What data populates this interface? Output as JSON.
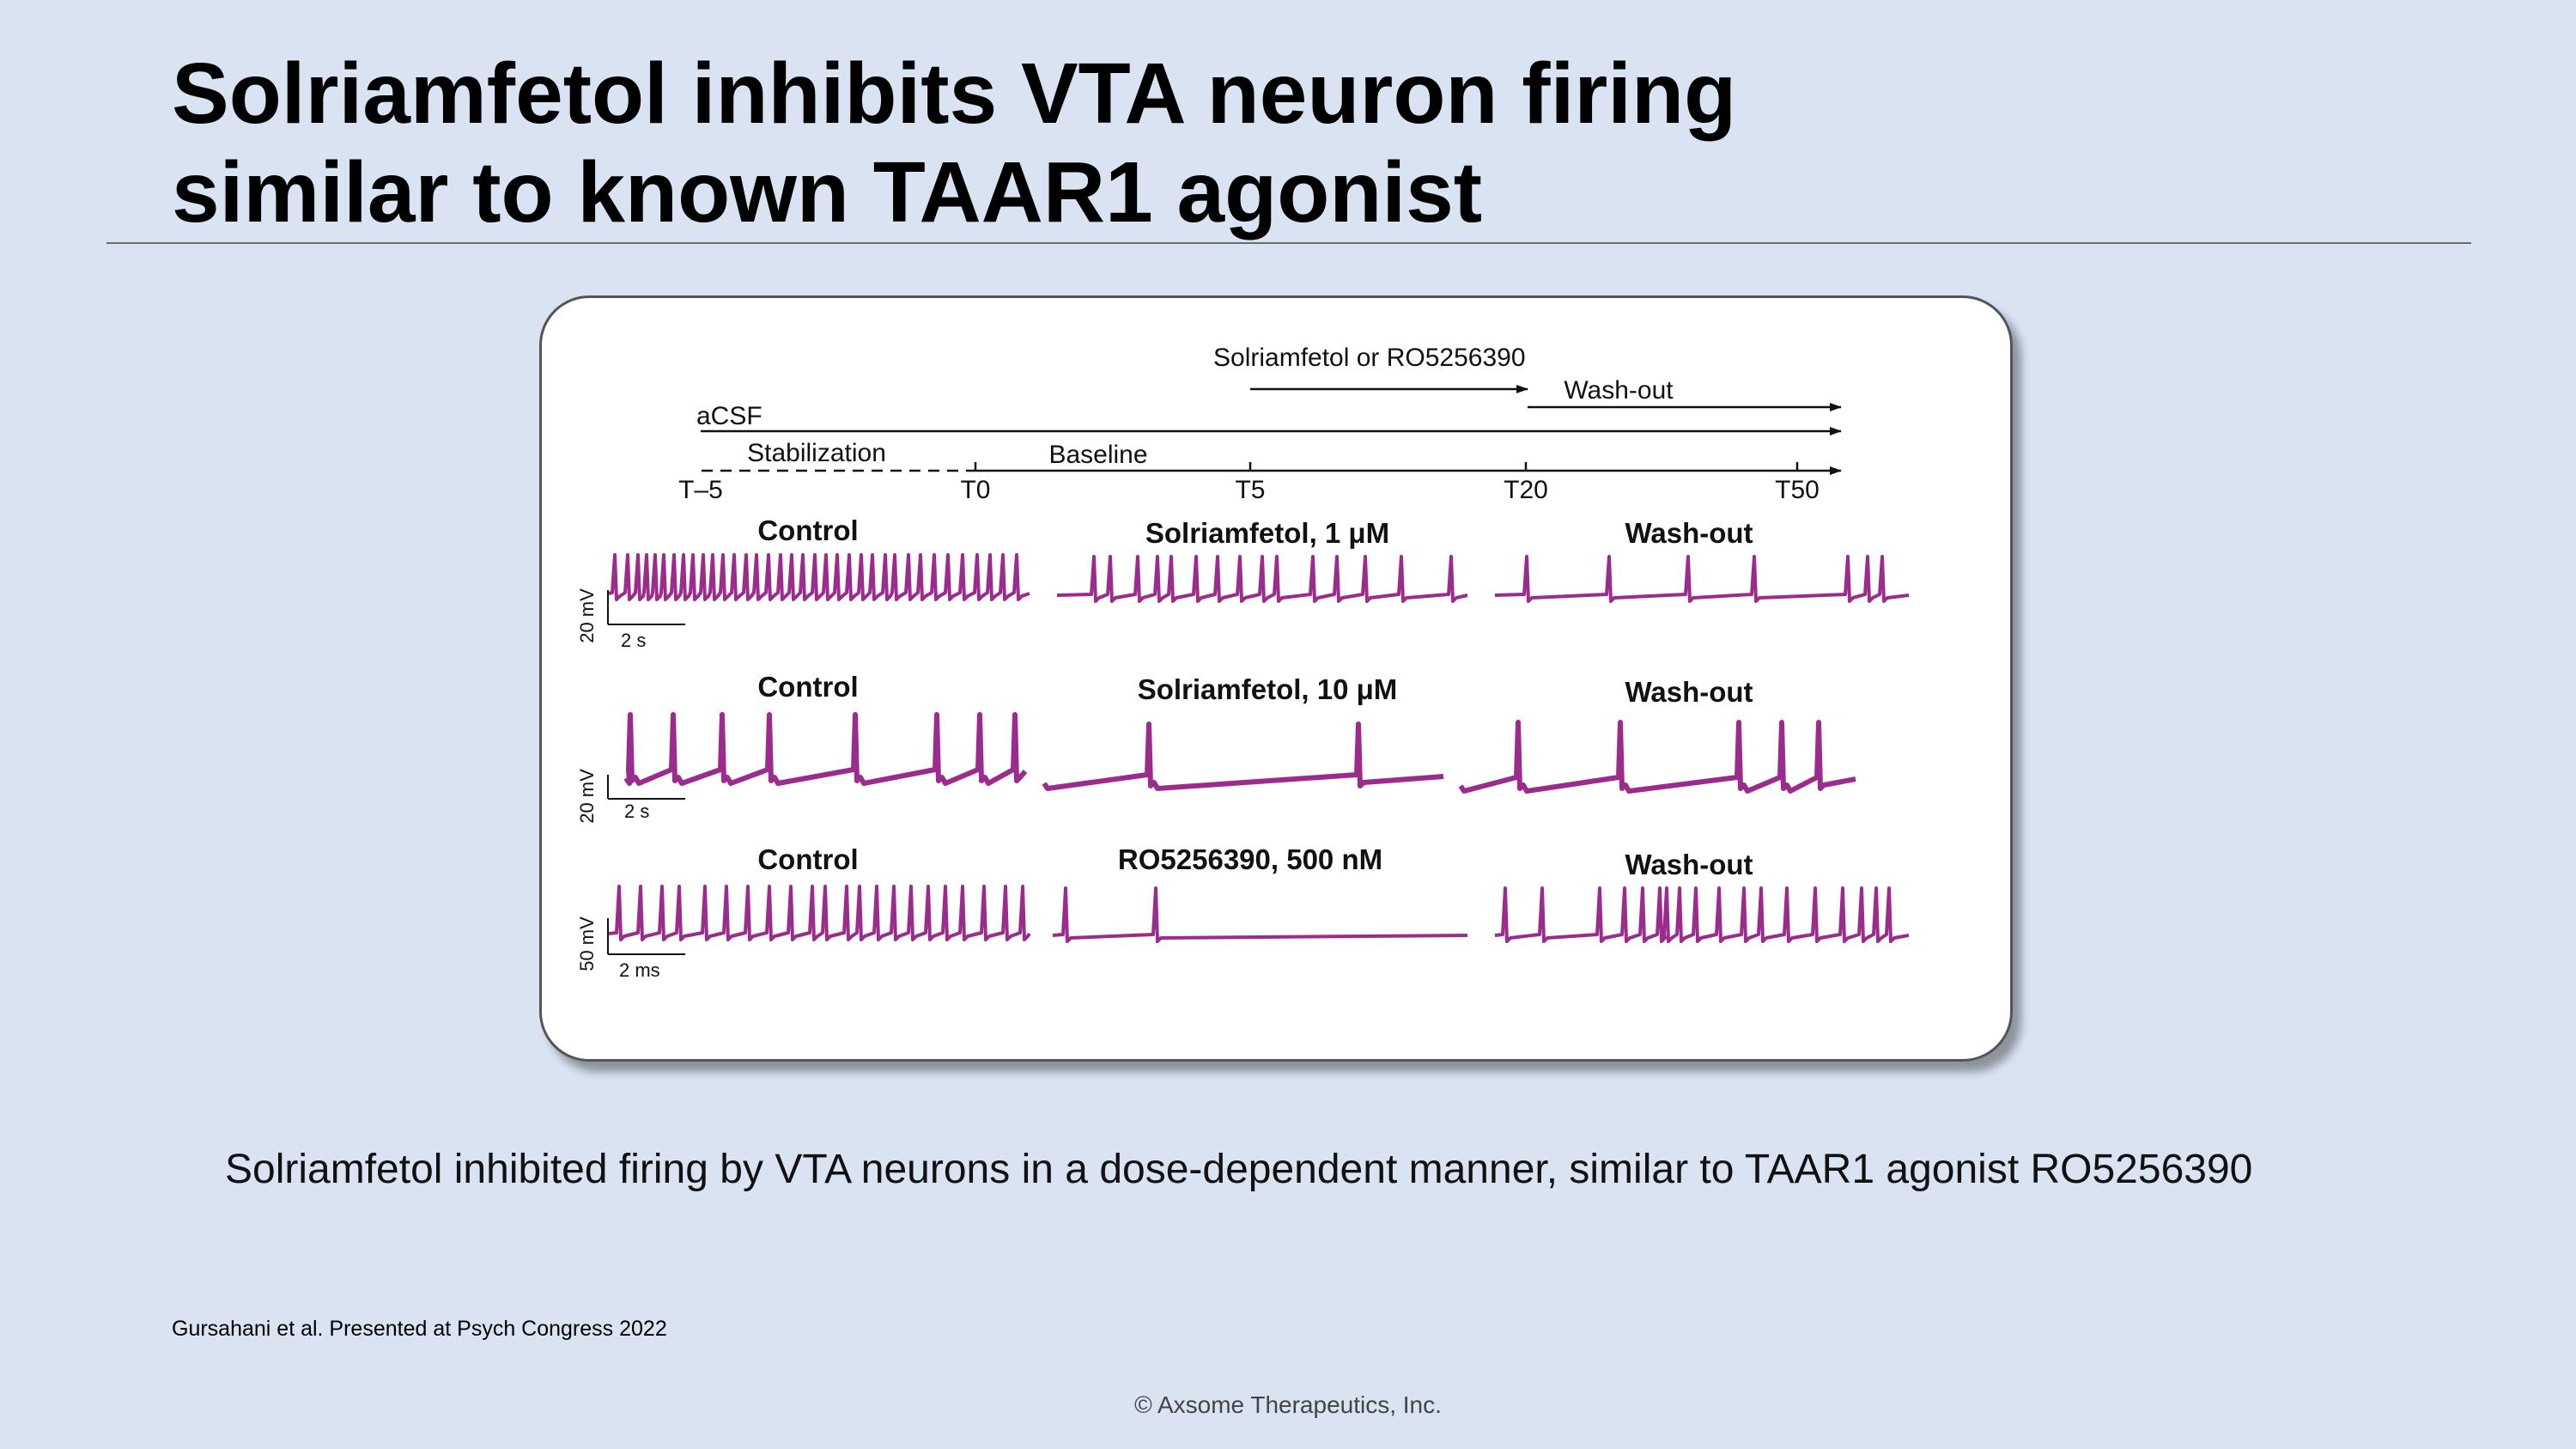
{
  "slide": {
    "title_line1": "Solriamfetol inhibits VTA neuron firing",
    "title_line2": "similar to known TAAR1 agonist",
    "caption": "Solriamfetol inhibited firing by VTA neurons in a dose-dependent manner, similar to TAAR1 agonist RO5256390",
    "citation": "Gursahani et al. Presented at Psych Congress 2022",
    "copyright": "© Axsome Therapeutics, Inc."
  },
  "timeline": {
    "drug_label": "Solriamfetol or RO5256390",
    "washout_label": "Wash-out",
    "acsf_label": "aCSF",
    "stabilization_label": "Stabilization",
    "baseline_label": "Baseline",
    "ticks": [
      "T–5",
      "T0",
      "T5",
      "T20",
      "T50"
    ]
  },
  "rows": [
    {
      "panels": [
        "Control",
        "Solriamfetol, 1 μM",
        "Wash-out"
      ],
      "scale_y": "20 mV",
      "scale_x": "2 s"
    },
    {
      "panels": [
        "Control",
        "Solriamfetol, 10 μM",
        "Wash-out"
      ],
      "scale_y": "20 mV",
      "scale_x": "2 s"
    },
    {
      "panels": [
        "Control",
        "RO5256390, 500 nM",
        "Wash-out"
      ],
      "scale_y": "50 mV",
      "scale_x": "2 ms"
    }
  ],
  "colors": {
    "trace": "#9b2c8e",
    "background": "#d9e3f2"
  }
}
